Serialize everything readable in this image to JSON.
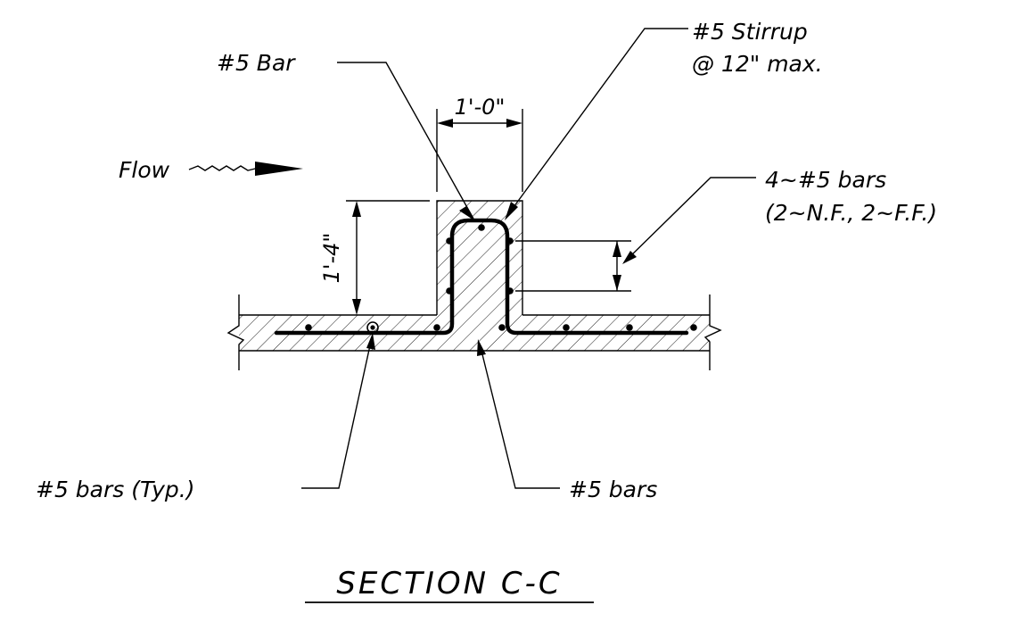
{
  "drawing": {
    "title": "SECTION C-C",
    "flow_label": "Flow",
    "labels": {
      "bar": "#5 Bar",
      "stirrup_line1": "#5 Stirrup",
      "stirrup_line2": "@ 12\" max.",
      "bars_4_line1": "4~#5 bars",
      "bars_4_line2": "(2~N.F., 2~F.F.)",
      "bars_typ": "#5 bars (Typ.)",
      "bars_bottom": "#5 bars"
    },
    "dimensions": {
      "width": "1'-0\"",
      "height": "1'-4\""
    }
  }
}
